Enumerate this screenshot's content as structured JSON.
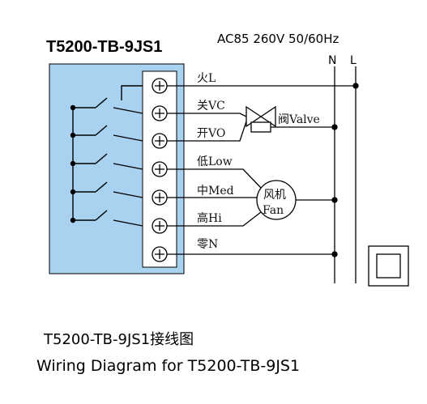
{
  "title": "T5200-TB-9JS1",
  "supply": "AC85 260V 50/60Hz",
  "rails": {
    "n": "N",
    "l": "L"
  },
  "terminals": [
    "火L",
    "关VC",
    "开VO",
    "低Low",
    "中Med",
    "高Hi",
    "零N"
  ],
  "valve": {
    "label": "阀Valve"
  },
  "fan": {
    "line1": "风机",
    "line2": "Fan"
  },
  "caption": {
    "zh": "T5200-TB-9JS1接线图",
    "en": "Wiring Diagram for T5200-TB-9JS1"
  },
  "colors": {
    "controller_fill": "#a9d1f0",
    "terminal_fill": "#ffffff",
    "line": "#000000"
  }
}
